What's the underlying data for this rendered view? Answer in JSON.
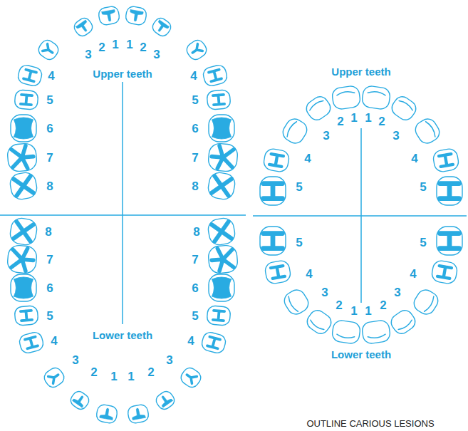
{
  "diagram": {
    "labels": [
      "1",
      "2",
      "3",
      "4",
      "5",
      "6",
      "7",
      "8",
      "1",
      "2",
      "3",
      "4",
      "5",
      "6",
      "7",
      "8",
      "Upper teeth",
      "1",
      "2",
      "3",
      "4",
      "5",
      "6",
      "7",
      "8",
      "1",
      "2",
      "3",
      "4",
      "5",
      "6",
      "7",
      "8",
      "Lower teeth",
      "Upper teeth",
      "1",
      "2",
      "3",
      "4",
      "5",
      "1",
      "2",
      "3",
      "4",
      "5",
      "1",
      "2",
      "3",
      "4",
      "5",
      "1",
      "2",
      "3",
      "4",
      "5",
      "Lower teeth",
      "OUTLINE CARIOUS LESIONS"
    ]
  }
}
